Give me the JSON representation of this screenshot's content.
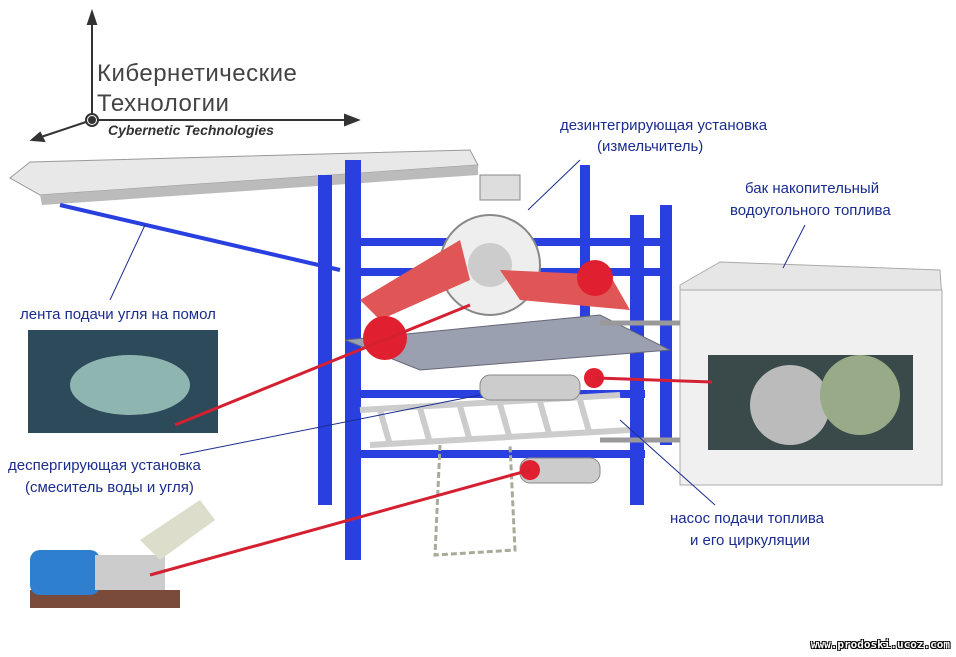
{
  "logo": {
    "line1": "Кибернетические",
    "line2": "Технологии",
    "english": "Cybernetic Technologies"
  },
  "labels": {
    "disintegrator": "дезинтегрирующая установка",
    "disintegrator_sub": "(измельчитель)",
    "tank": "бак накопительный",
    "tank_sub": "водоугольного топлива",
    "conveyor": "лента подачи угля на помол",
    "mixer": "деспергирующая установка",
    "mixer_sub": "(смеситель воды и угля)",
    "pump": "насос подачи топлива",
    "pump_sub": "и его циркуляции"
  },
  "watermark": "www.prodoski.ucoz.com",
  "colors": {
    "frame": "#2a3fe0",
    "label": "#1b2c8f",
    "pointer": "#d42030",
    "belt": "#e05555"
  }
}
